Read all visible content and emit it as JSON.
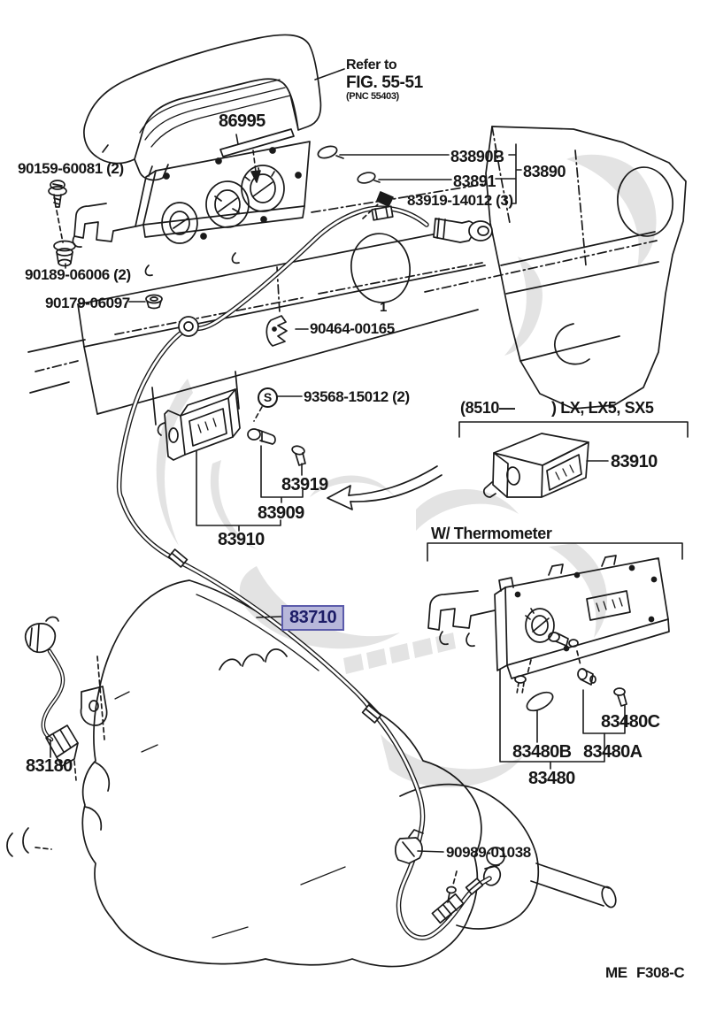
{
  "colors": {
    "line": "#1a1a1a",
    "background": "#ffffff",
    "watermark": "#e3e3e3",
    "highlight_bg": "#b7b7da",
    "highlight_border": "#5b5bab",
    "highlight_text": "#1c1c66"
  },
  "note": {
    "refer_1": "Refer to",
    "refer_2": "FIG. 55-51",
    "refer_3": "(PNC 55403)"
  },
  "sections": {
    "variant_prefix": "(8510—",
    "variant_suffix": ") LX, LX5, SX5",
    "thermometer": "W/ Thermometer"
  },
  "parts": {
    "p86995": "86995",
    "p90159": "90159-60081 (2)",
    "p90189": "90189-06006 (2)",
    "p90179": "90179-06097",
    "p83890b": "83890B",
    "p83890": "83890",
    "p83891": "83891",
    "p83919_14012": "83919-14012 (3)",
    "p90464": "90464-00165",
    "p93568": "93568-15012 (2)",
    "p83919": "83919",
    "p83909": "83909",
    "p83910": "83910",
    "p83910_lx": "83910",
    "p83710": "83710",
    "p83180": "83180",
    "p90989": "90989-01038",
    "p83480c": "83480C",
    "p83480b": "83480B",
    "p83480a": "83480A",
    "p83480": "83480"
  },
  "symbols": {
    "screw_symbol": "S",
    "callout_1": "1"
  },
  "footer": {
    "figure_code": "ME F308-C"
  }
}
